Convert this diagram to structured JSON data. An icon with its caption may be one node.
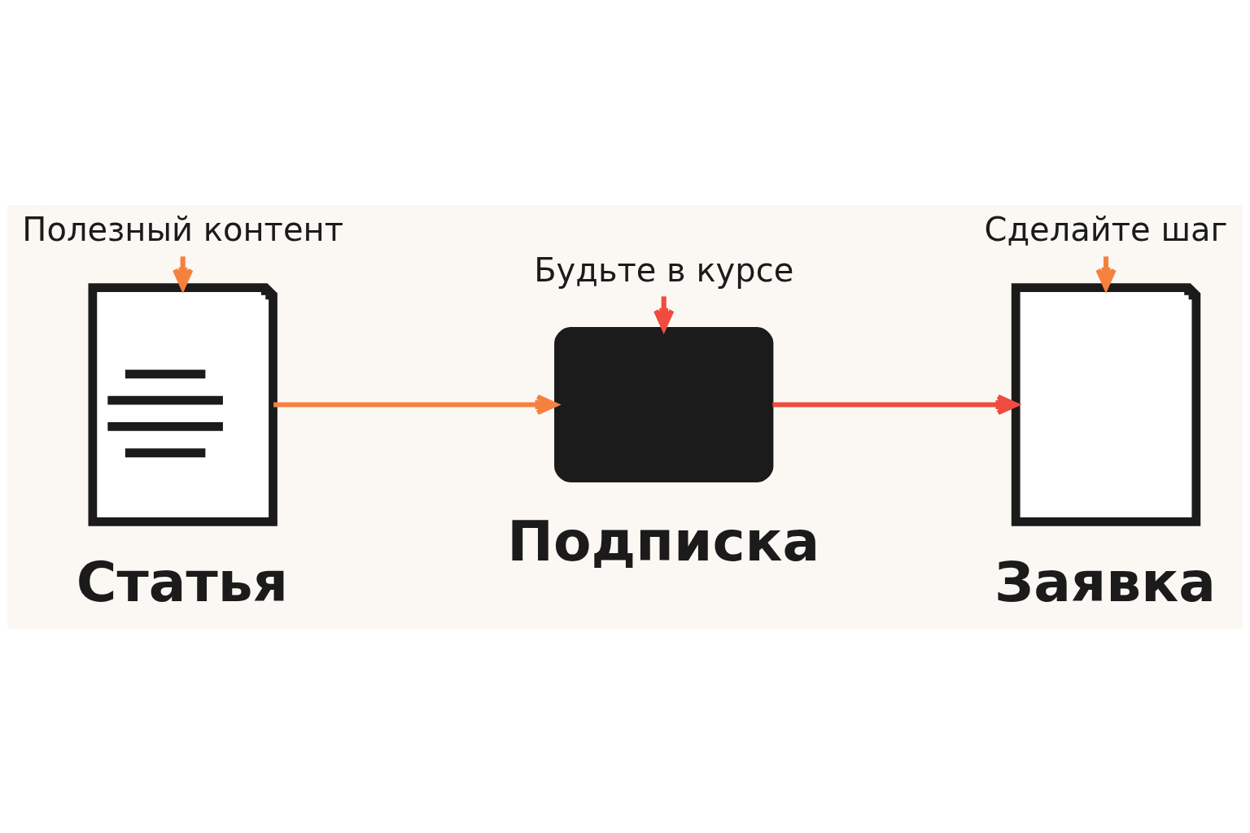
{
  "diagram": {
    "nodes": [
      {
        "text": [
          "Полезный контент"
        ]
      },
      {
        "text": [
          "Будьте в курсе"
        ]
      },
      {
        "text": [
          "Сделайте шаг"
        ]
      },
      {
        "text": [],
        "shape": "document",
        "beside": [
          "Статья"
        ]
      },
      {
        "text": [],
        "shape": "envelope",
        "beside": [
          "Подписка"
        ]
      },
      {
        "text": [],
        "shape": "document",
        "beside": [
          "Заявка"
        ]
      }
    ],
    "edges": [
      {
        "from": 0,
        "to": 3,
        "arrow": "to"
      },
      {
        "from": 1,
        "to": 4,
        "arrow": "to",
        "color": "#ef4b3f"
      },
      {
        "from": 2,
        "to": 5,
        "arrow": "to"
      },
      {
        "from": 3,
        "to": 4,
        "arrow": "to"
      },
      {
        "from": 4,
        "to": 5,
        "arrow": "to",
        "color": "#ef4b3f"
      }
    ]
  }
}
